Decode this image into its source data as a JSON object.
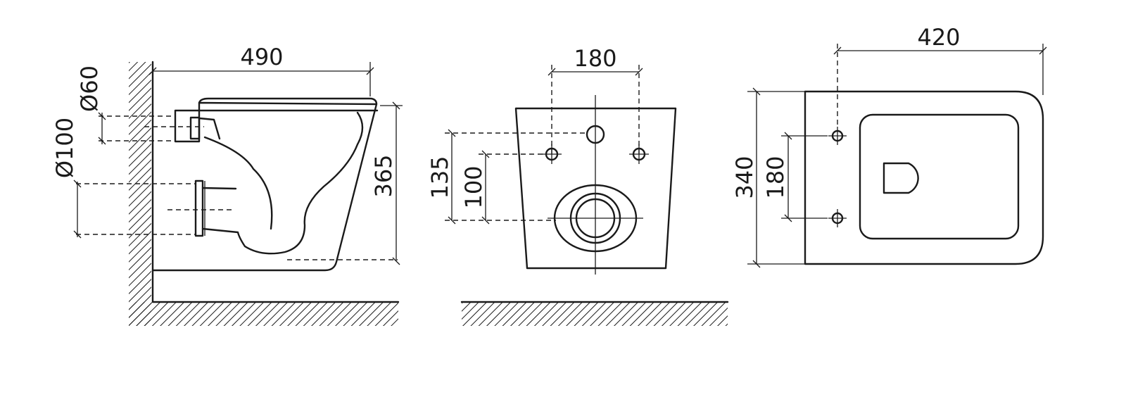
{
  "dimensions": {
    "side_depth": "490",
    "side_height": "365",
    "pipe_inlet": "Ø60",
    "pipe_outlet": "Ø100",
    "front_studs": "180",
    "front_inlet_height": "135",
    "front_stud_height": "100",
    "top_width": "420",
    "top_depth": "340",
    "top_studs": "180"
  },
  "colors": {
    "line": "#1a1a1a",
    "background": "#ffffff"
  }
}
